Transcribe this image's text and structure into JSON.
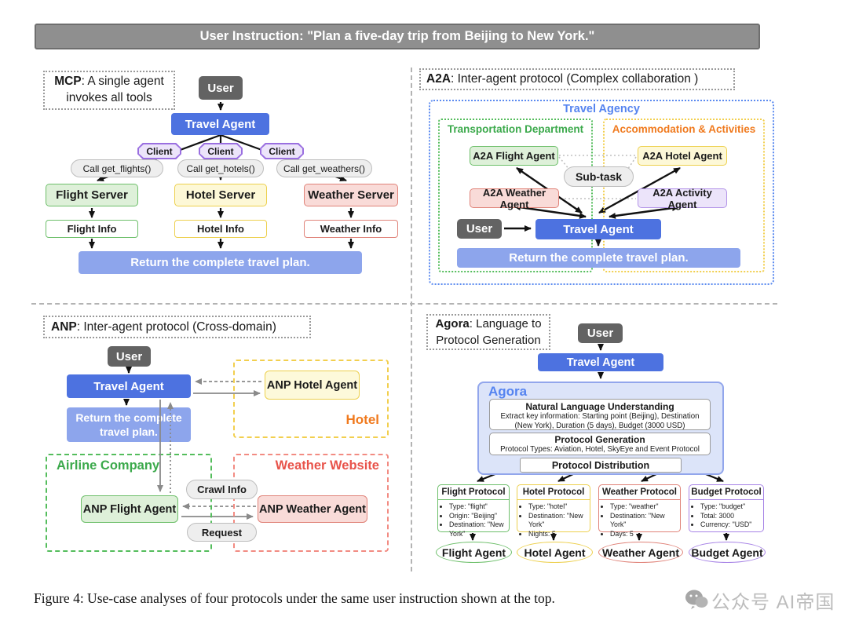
{
  "banner": {
    "text": "User Instruction: \"Plan a five-day trip from Beijing to New York.\""
  },
  "mcp": {
    "title_bold": "MCP",
    "title_rest": ": A single agent invokes all tools",
    "user": "User",
    "travel_agent": "Travel Agent",
    "clients": [
      "Client",
      "Client",
      "Client"
    ],
    "calls": [
      "Call get_flights()",
      "Call get_hotels()",
      "Call get_weathers()"
    ],
    "servers": [
      "Flight Server",
      "Hotel Server",
      "Weather Server"
    ],
    "infos": [
      "Flight Info",
      "Hotel Info",
      "Weather Info"
    ],
    "return_text": "Return the complete travel plan."
  },
  "a2a": {
    "title_bold": "A2A",
    "title_rest": ": Inter-agent protocol (Complex collaboration )",
    "agency_label": "Travel Agency",
    "left_dept_label": "Transportation Department",
    "right_dept_label": "Accommodation & Activities",
    "flight_agent": "A2A Flight Agent",
    "hotel_agent": "A2A Hotel Agent",
    "weather_agent": "A2A Weather Agent",
    "activity_agent": "A2A Activity Agent",
    "subtask": "Sub-task",
    "user": "User",
    "travel_agent": "Travel Agent",
    "return_text": "Return the complete travel plan."
  },
  "anp": {
    "title_bold": "ANP",
    "title_rest": ": Inter-agent protocol (Cross-domain)",
    "user": "User",
    "travel_agent": "Travel Agent",
    "return_text": "Return the complete travel plan.",
    "hotel_agent": "ANP Hotel Agent",
    "hotel_label": "Hotel",
    "airline_label": "Airline Company",
    "weather_label": "Weather Website",
    "flight_agent": "ANP Flight Agent",
    "weather_agent": "ANP Weather Agent",
    "crawl_label": "Crawl Info",
    "request_label": "Request"
  },
  "agora": {
    "title_bold": "Agora",
    "title_rest": ": Language to Protocol Generation",
    "user": "User",
    "travel_agent": "Travel Agent",
    "container_label": "Agora",
    "nlu_title": "Natural Language Understanding",
    "nlu_body": "Extract key information: Starting point (Beijing), Destination (New York), Duration (5 days), Budget (3000 USD)",
    "pg_title": "Protocol Generation",
    "pg_body": "Protocol Types: Aviation, Hotel, SkyEye and Event Protocol",
    "pd_title": "Protocol Distribution",
    "protocols": [
      {
        "title": "Flight Protocol",
        "bullets": [
          "Type: \"flight\"",
          "Origin: \"Beijing\"",
          "Destination: \"New York\""
        ],
        "agent": "Flight Agent"
      },
      {
        "title": "Hotel Protocol",
        "bullets": [
          "Type: \"hotel\"",
          "Destination: \"New York\"",
          "Nights: 5"
        ],
        "agent": "Hotel Agent"
      },
      {
        "title": "Weather Protocol",
        "bullets": [
          "Type: \"weather\"",
          "Destination: \"New York\"",
          "Days: 5"
        ],
        "agent": "Weather Agent"
      },
      {
        "title": "Budget Protocol",
        "bullets": [
          "Type: \"budget\"",
          "Total: 3000",
          "Currency: \"USD\""
        ],
        "agent": "Budget Agent"
      }
    ]
  },
  "caption": "Figure 4: Use-case analyses of four protocols under the same user instruction shown at the top.",
  "watermark": "公众号 AI帝国",
  "colors": {
    "agent_blue": "#4d72e0",
    "plan_blue": "#8da5ec",
    "user_gray": "#636363",
    "banner_gray": "#8f8f8f",
    "green_fill": "#def0d9",
    "green_border": "#6dbf6a",
    "yellow_fill": "#fdf8d7",
    "yellow_border": "#edd04e",
    "red_fill": "#f9dbd8",
    "red_border": "#e08379",
    "purple_fill": "#ece4fa",
    "purple_border": "#b394e8",
    "green_text": "#3ba94b",
    "orange_text": "#f07a1e",
    "red_text": "#e8534a",
    "blue_text": "#5584f0"
  }
}
